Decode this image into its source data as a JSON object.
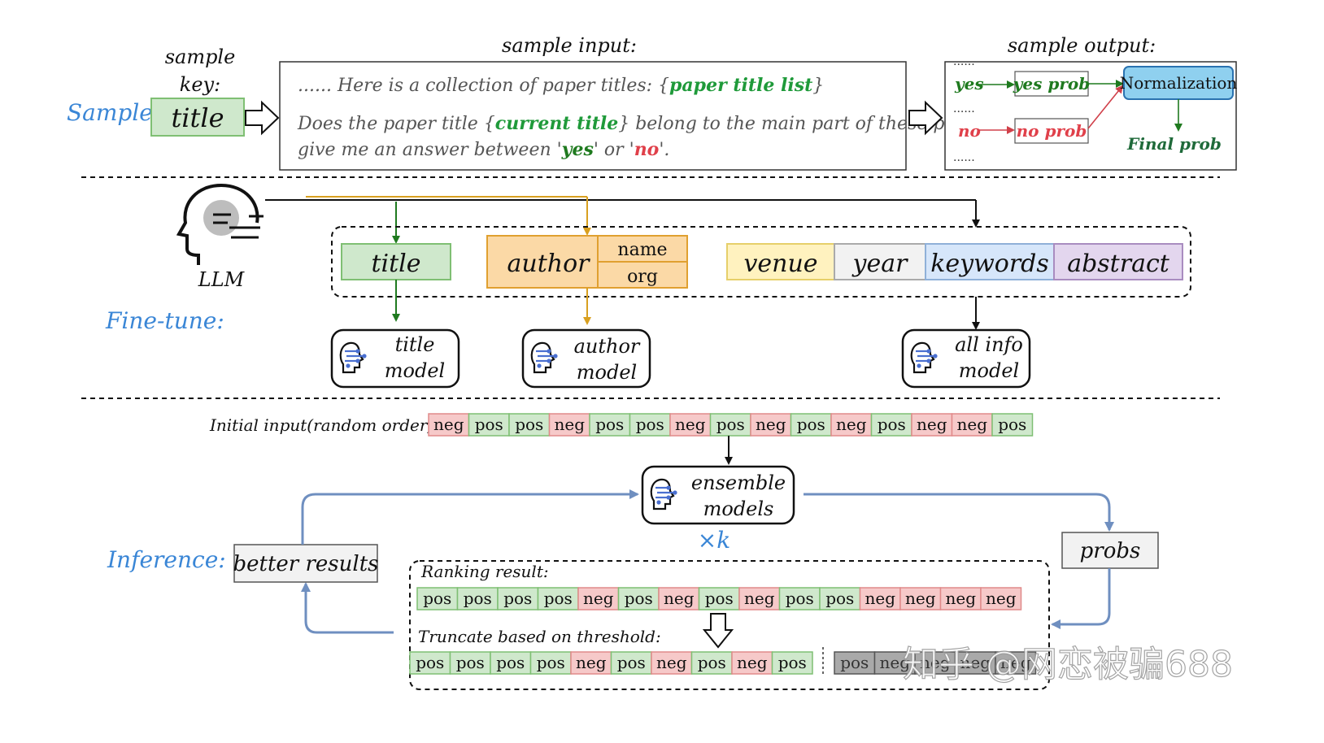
{
  "colors": {
    "blue_label": "#3a86d6",
    "green": "#1f7a1f",
    "red": "#e0404a",
    "orange": "#d9a020",
    "title_fill": "#cfe8cc",
    "title_stroke": "#7fbf73",
    "author_fill": "#fbd9a6",
    "author_stroke": "#e0a030",
    "venue_fill": "#fff2bf",
    "year_fill": "#f2f2f2",
    "keywords_fill": "#d6e6fa",
    "abstract_fill": "#e3d6ee",
    "norm_fill": "#8fd0ef",
    "pos_fill": "#cfe8cc",
    "neg_fill": "#f6c9c9",
    "grey_fill": "#a9a9a9",
    "arrow_blue": "#6f8fc0"
  },
  "sample": {
    "label": "Sample:",
    "key_label_1": "sample",
    "key_label_2": "key:",
    "key_value": "title",
    "input_heading": "sample input:",
    "line1_prefix": "...... Here is a collection of paper titles: {",
    "line1_var": "paper title list",
    "line1_suffix": "}",
    "line2_prefix": "Does the paper title {",
    "line2_var": "current title",
    "line2_suffix": "} belong to the main part of these papers,",
    "line3_prefix": "give me an answer between '",
    "line3_yes": "yes",
    "line3_mid": "' or '",
    "line3_no": "no",
    "line3_suffix": "'.",
    "output_heading": "sample output:",
    "dots": "......",
    "yes": "yes",
    "no": "no",
    "yes_prob": "yes prob",
    "no_prob": "no prob",
    "normalization": "Normalization",
    "final_prob": "Final prob"
  },
  "finetune": {
    "label": "Fine-tune:",
    "llm": "LLM",
    "fields": {
      "title": "title",
      "author": "author",
      "name": "name",
      "org": "org",
      "venue": "venue",
      "year": "year",
      "keywords": "keywords",
      "abstract": "abstract"
    },
    "models": [
      {
        "line1": "title",
        "line2": "model"
      },
      {
        "line1": "author",
        "line2": "model"
      },
      {
        "line1": "all info",
        "line2": "model"
      }
    ]
  },
  "inference": {
    "label": "Inference:",
    "initial_label": "Initial input(random order):",
    "initial_tokens": [
      "neg",
      "pos",
      "pos",
      "neg",
      "pos",
      "pos",
      "neg",
      "pos",
      "neg",
      "pos",
      "neg",
      "pos",
      "neg",
      "neg",
      "pos"
    ],
    "ensemble_line1": "ensemble",
    "ensemble_line2": "models",
    "times_k": "×k",
    "probs": "probs",
    "better_results": "better results",
    "ranking_label": "Ranking result:",
    "ranking_tokens": [
      "pos",
      "pos",
      "pos",
      "pos",
      "neg",
      "pos",
      "neg",
      "pos",
      "neg",
      "pos",
      "pos",
      "neg",
      "neg",
      "neg",
      "neg"
    ],
    "truncate_label": "Truncate based on threshold:",
    "kept_tokens": [
      "pos",
      "pos",
      "pos",
      "pos",
      "neg",
      "pos",
      "neg",
      "pos",
      "neg",
      "pos"
    ],
    "cut_tokens": [
      "pos",
      "neg",
      "neg",
      "neg",
      "neg"
    ]
  },
  "watermark": "知乎 @网恋被骗688"
}
